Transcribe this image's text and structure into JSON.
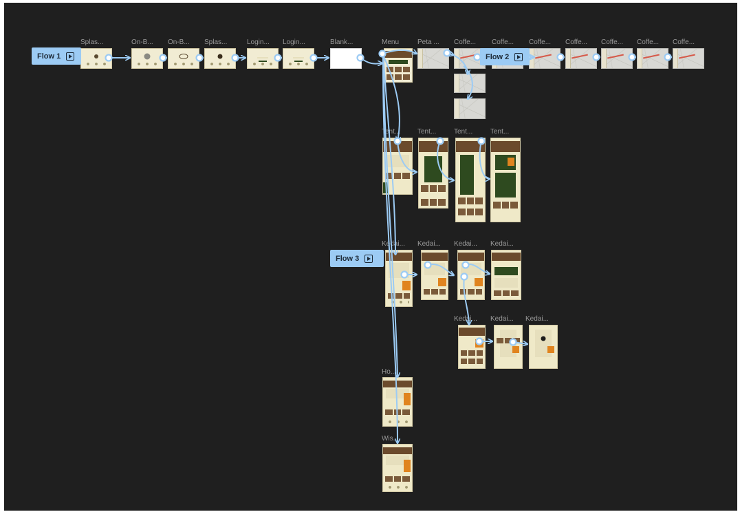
{
  "canvas": {
    "background": "#1f1f1f"
  },
  "colors": {
    "connector": "#9ccbf4",
    "flow_badge": "#9ccbf4",
    "frame_cream": "#f1ecd3",
    "dark_green": "#2e4a1f",
    "orange": "#e0841f"
  },
  "flows": [
    {
      "label": "Flow 1",
      "icon": "play-icon"
    },
    {
      "label": "Flow 2",
      "icon": "play-icon"
    },
    {
      "label": "Flow 3",
      "icon": "play-icon"
    }
  ],
  "frames": {
    "splash_1": "Splas...",
    "onboarding_1": "On-B...",
    "onboarding_2": "On-B...",
    "splash_2": "Splas...",
    "login_1": "Login...",
    "login_2": "Login...",
    "blank": "Blank...",
    "menu": "Menu",
    "peta": "Peta ...",
    "coffee_1": "Coffe...",
    "coffee_2": "Coffe...",
    "coffee_3": "Coffe...",
    "coffee_4": "Coffe...",
    "coffee_5": "Coffe...",
    "coffee_6": "Coffe...",
    "coffee_7": "Coffe...",
    "tent_1": "Tent...",
    "tent_2": "Tent...",
    "tent_3": "Tent...",
    "tent_4": "Tent...",
    "kedai_1": "Kedai...",
    "kedai_2": "Kedai...",
    "kedai_3": "Kedai...",
    "kedai_4": "Kedai...",
    "kedai_5": "Kedai...",
    "kedai_6": "Kedai...",
    "kedai_7": "Kedai...",
    "history": "Ho...",
    "wish": "Wis..."
  }
}
